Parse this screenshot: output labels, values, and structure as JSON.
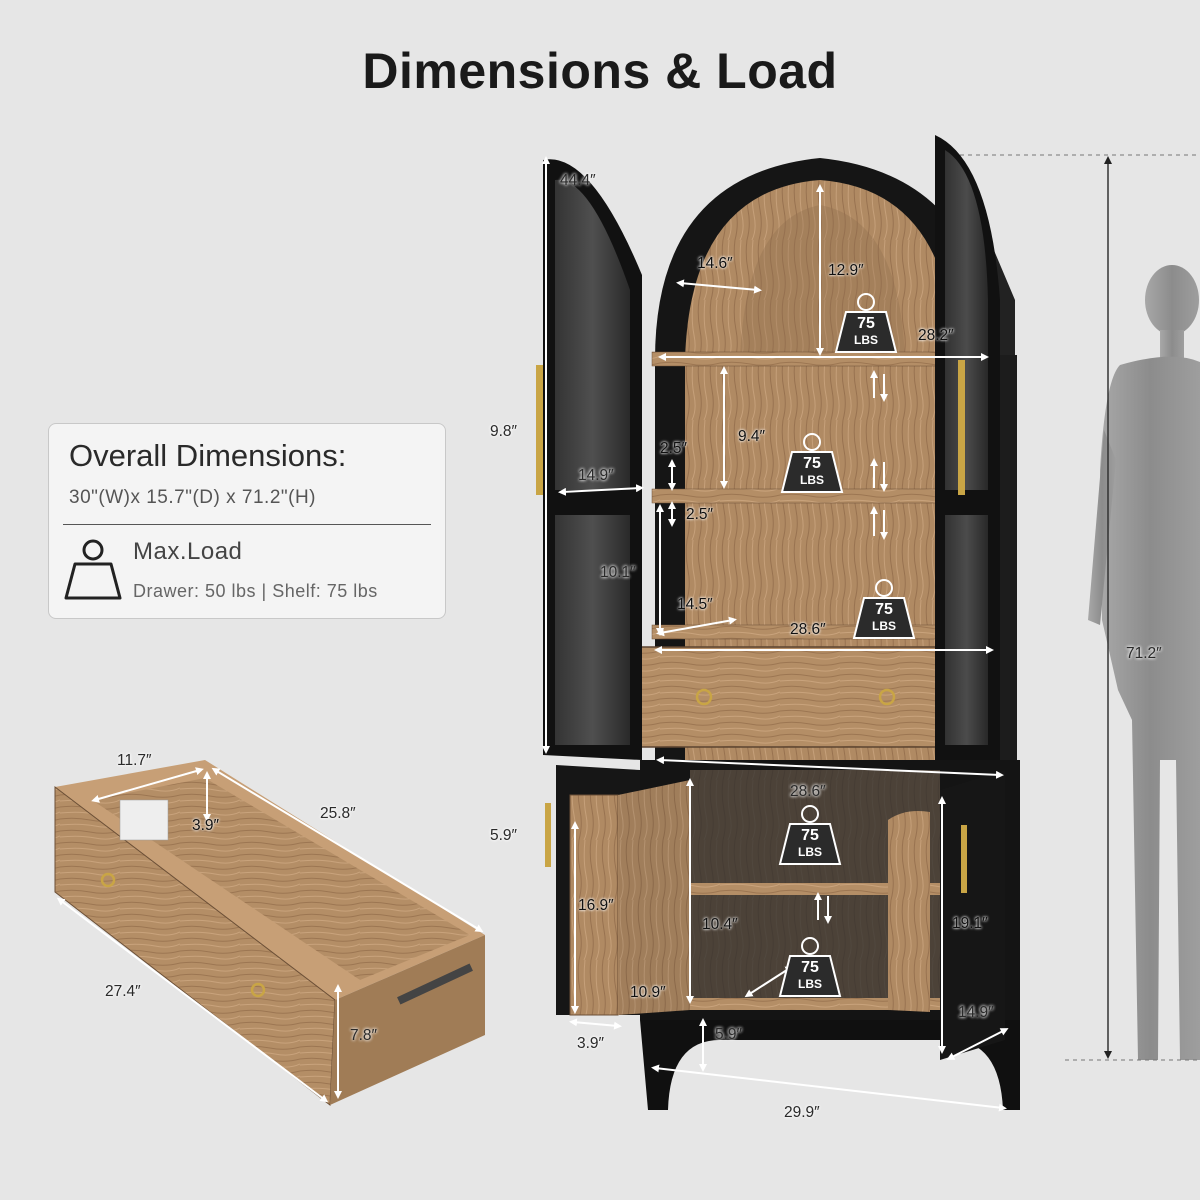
{
  "title": "Dimensions & Load",
  "overall": {
    "heading": "Overall Dimensions:",
    "dims": "30\"(W)x 15.7\"(D) x 71.2\"(H)",
    "load_title": "Max.Load",
    "load_detail": "Drawer: 50 lbs  | Shelf: 75 lbs"
  },
  "badges": [
    {
      "weight": "75",
      "unit": "LBS"
    },
    {
      "weight": "75",
      "unit": "LBS"
    },
    {
      "weight": "75",
      "unit": "LBS"
    },
    {
      "weight": "75",
      "unit": "LBS"
    },
    {
      "weight": "75",
      "unit": "LBS"
    }
  ],
  "cabinet_dims": {
    "door_height": "44.4″",
    "arch_width": "14.6″",
    "arch_height": "12.9″",
    "top_width": "28.2″",
    "door_handle": "9.8″",
    "shelf1_height": "9.4″",
    "gap1": "2.5″",
    "gap2": "2.5″",
    "door_width": "14.9″",
    "shelf2_height": "10.1″",
    "shelf_depth": "14.5″",
    "mid_width": "28.6″",
    "lower_width": "28.6″",
    "lower_handle": "5.9″",
    "door_rack": "16.9″",
    "lower_shelf_height": "10.4″",
    "right_door": "19.1″",
    "lower_depth": "10.9″",
    "rack_depth": "3.9″",
    "leg_height": "5.9″",
    "side_depth": "14.9″",
    "base_width": "29.9″",
    "total_height": "71.2″"
  },
  "drawer_dims": {
    "inner_width": "11.7″",
    "inner_height": "3.9″",
    "inner_length": "25.8″",
    "outer_length": "27.4″",
    "outer_height": "7.8″"
  }
}
